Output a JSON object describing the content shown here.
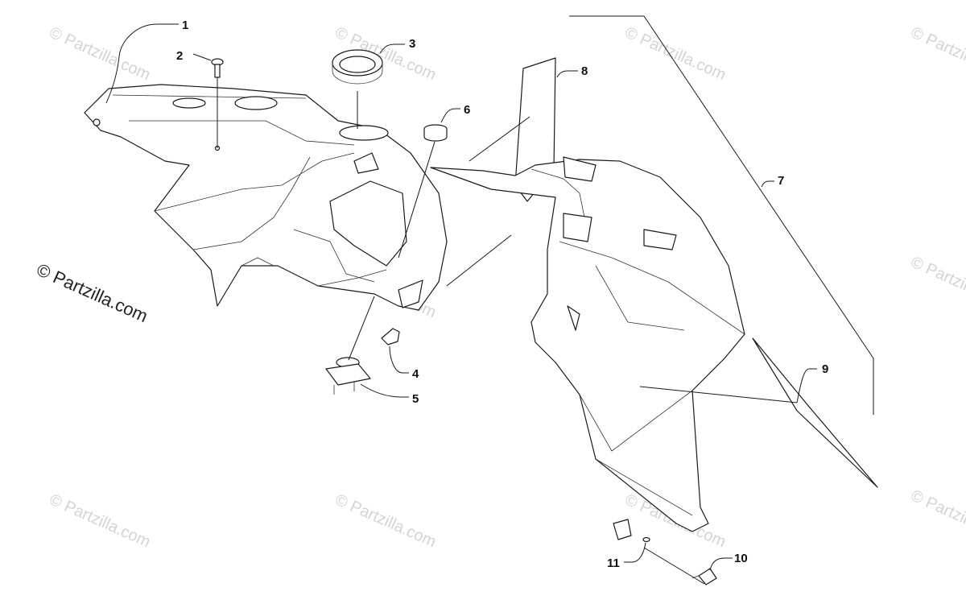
{
  "watermark": "© Partzilla.com",
  "copyright": "© Partzilla.com",
  "callouts": [
    "1",
    "2",
    "3",
    "4",
    "5",
    "6",
    "7",
    "8",
    "9",
    "10",
    "11"
  ]
}
